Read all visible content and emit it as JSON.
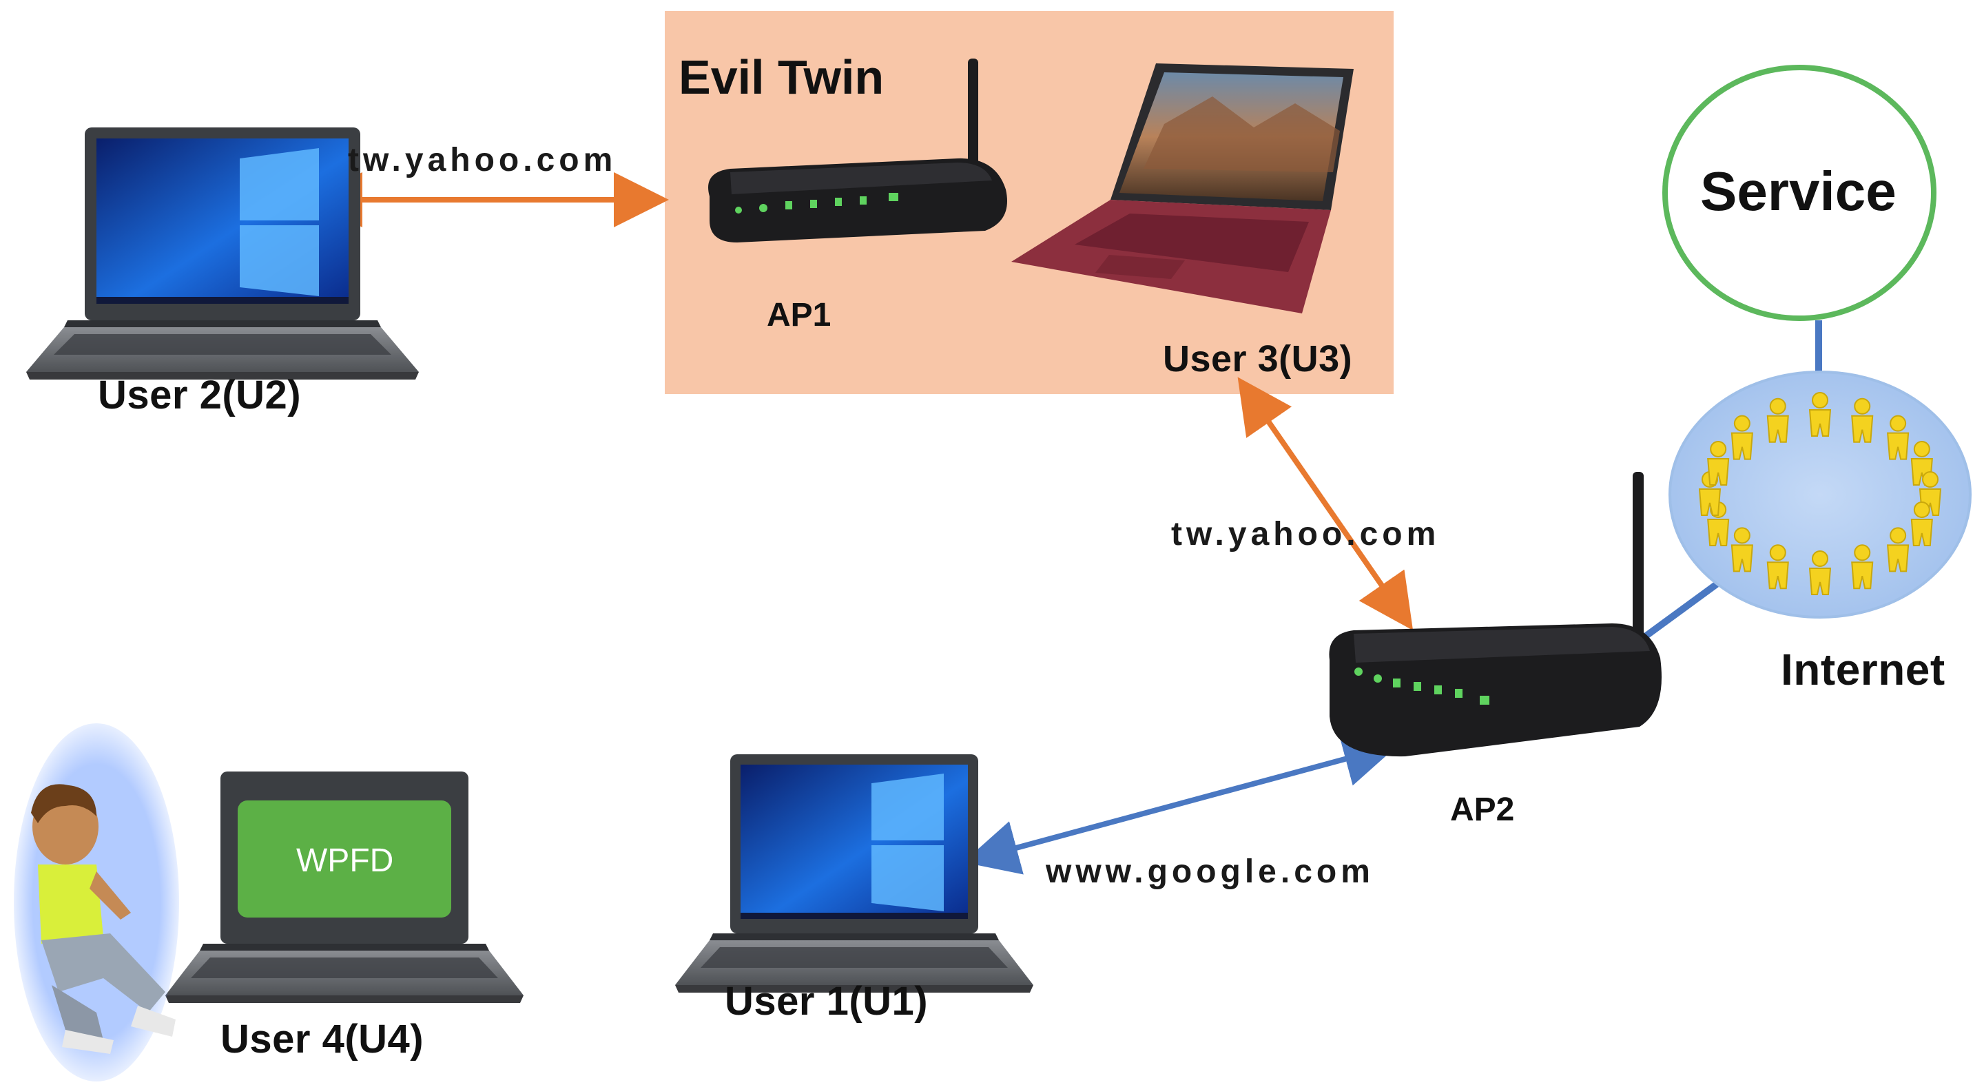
{
  "evil_twin_box": {
    "title": "Evil Twin",
    "color": "#f8c6a8"
  },
  "nodes": {
    "user2": "User 2(U2)",
    "user3": "User 3(U3)",
    "user1": "User 1(U1)",
    "user4": "User 4(U4)",
    "ap1": "AP1",
    "ap2": "AP2",
    "service": "Service",
    "internet": "Internet"
  },
  "links": {
    "u2_ap1": "tw.yahoo.com",
    "u3_ap2": "tw.yahoo.com",
    "u1_ap2": "www.google.com"
  },
  "wpfd_screen": "WPFD",
  "colors": {
    "orange_arrow": "#e8792f",
    "blue_arrow": "#4a78c2",
    "service_ring": "#5cb85c",
    "internet_cloud": "#a9c7ef",
    "wpfd_green": "#5cb046",
    "router_body": "#1c1c1e",
    "led_green": "#5fd35f"
  },
  "icons": [
    "laptop-icon",
    "router-icon",
    "user-avatar-icon",
    "people-crowd-icon"
  ]
}
